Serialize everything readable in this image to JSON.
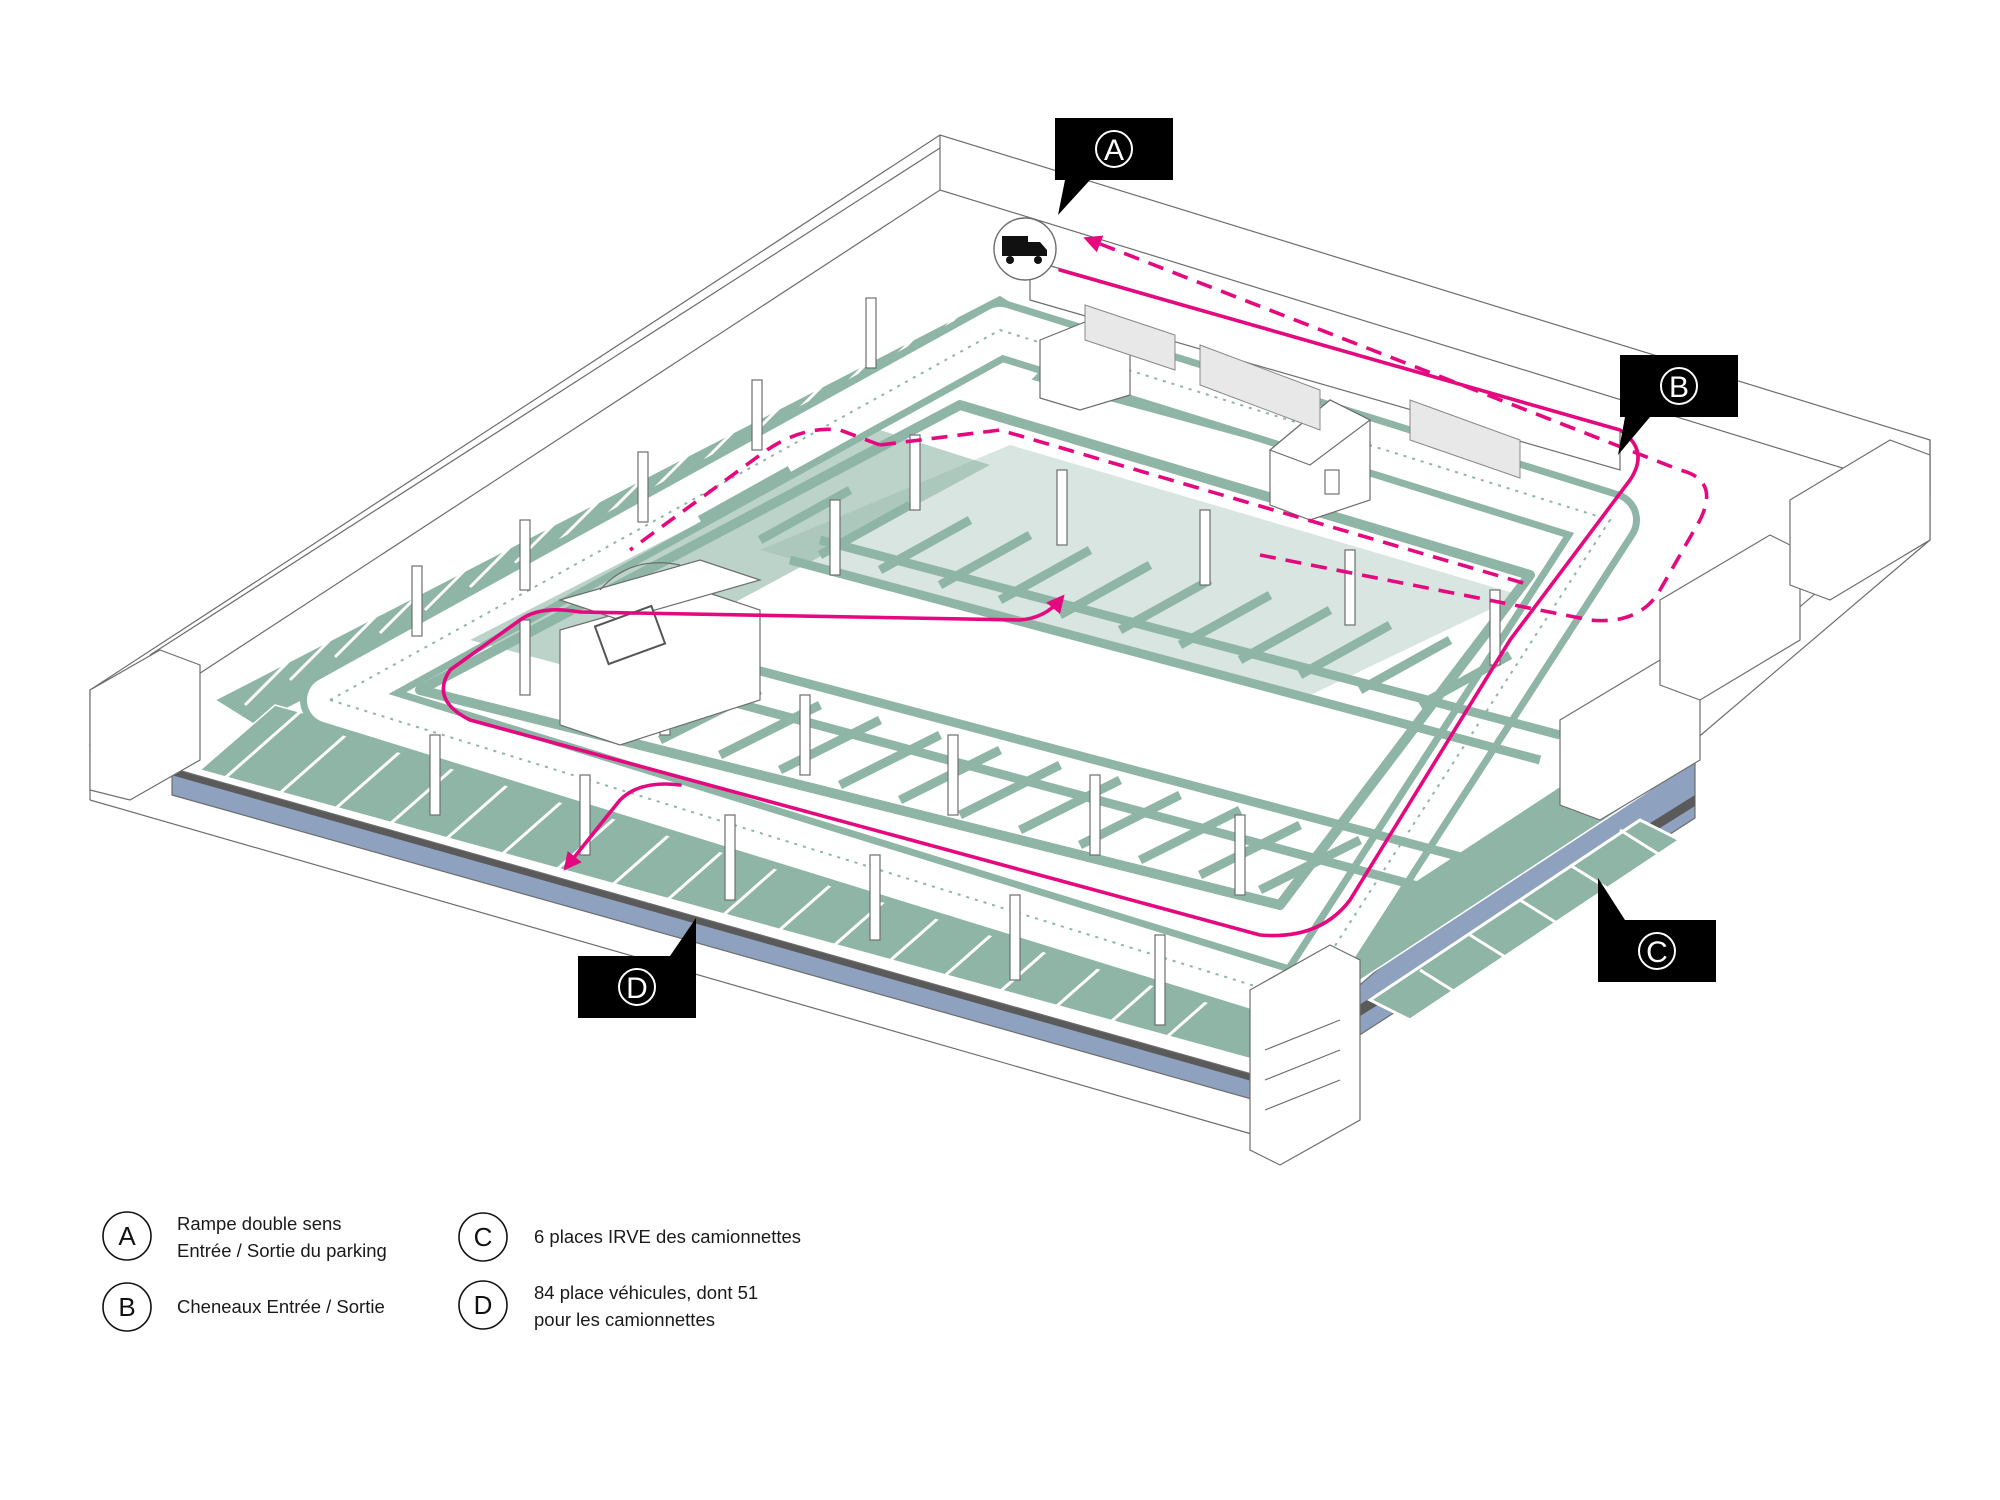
{
  "colors": {
    "accent": "#e5097f",
    "parking_green": "#8fb5a6",
    "lower_blue": "#8ea2bf",
    "callout_bg": "#000000"
  },
  "callouts": [
    {
      "id": "A",
      "letter": "A"
    },
    {
      "id": "B",
      "letter": "B"
    },
    {
      "id": "C",
      "letter": "C"
    },
    {
      "id": "D",
      "letter": "D"
    }
  ],
  "truck_icon": "delivery-truck-icon",
  "legend": [
    {
      "letter": "A",
      "lines": [
        "Rampe double sens",
        "Entrée / Sortie du parking"
      ]
    },
    {
      "letter": "B",
      "lines": [
        "Cheneaux Entrée / Sortie"
      ]
    },
    {
      "letter": "C",
      "lines": [
        "6 places IRVE des camionnettes"
      ]
    },
    {
      "letter": "D",
      "lines": [
        "84 place véhicules, dont 51",
        "pour les camionnettes"
      ]
    }
  ]
}
